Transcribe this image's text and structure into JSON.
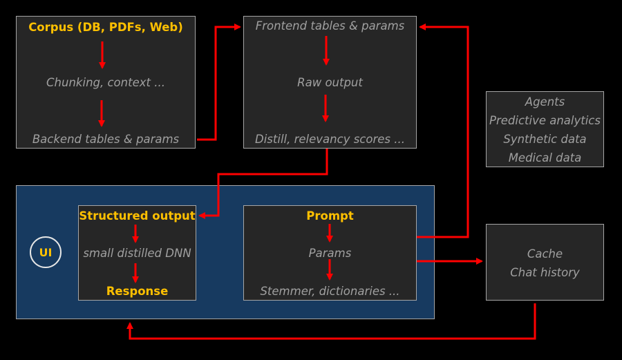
{
  "diagram": {
    "corpus_box": {
      "title": "Corpus (DB, PDFs, Web)",
      "step2": "Chunking, context ...",
      "step3": "Backend tables & params"
    },
    "frontend_box": {
      "step1": "Frontend tables & params",
      "step2": "Raw output",
      "step3": "Distill, relevancy scores ..."
    },
    "applications_box": {
      "items": [
        "Agents",
        "Predictive analytics",
        "Synthetic data",
        "Medical data"
      ]
    },
    "ui_panel": {
      "badge": "UI",
      "structured_box": {
        "title": "Structured output",
        "step2": "small distilled DNN",
        "step3": "Response"
      },
      "prompt_box": {
        "title": "Prompt",
        "step2": "Params",
        "step3": "Stemmer, dictionaries ..."
      }
    },
    "cache_box": {
      "items": [
        "Cache",
        "Chat history"
      ]
    },
    "colors": {
      "background": "#000000",
      "box_fill": "#262626",
      "panel_fill": "#173a60",
      "border": "#a6a6a6",
      "arrow": "#ff0000",
      "heading": "#ffc000",
      "text": "#a0a0a0"
    }
  }
}
